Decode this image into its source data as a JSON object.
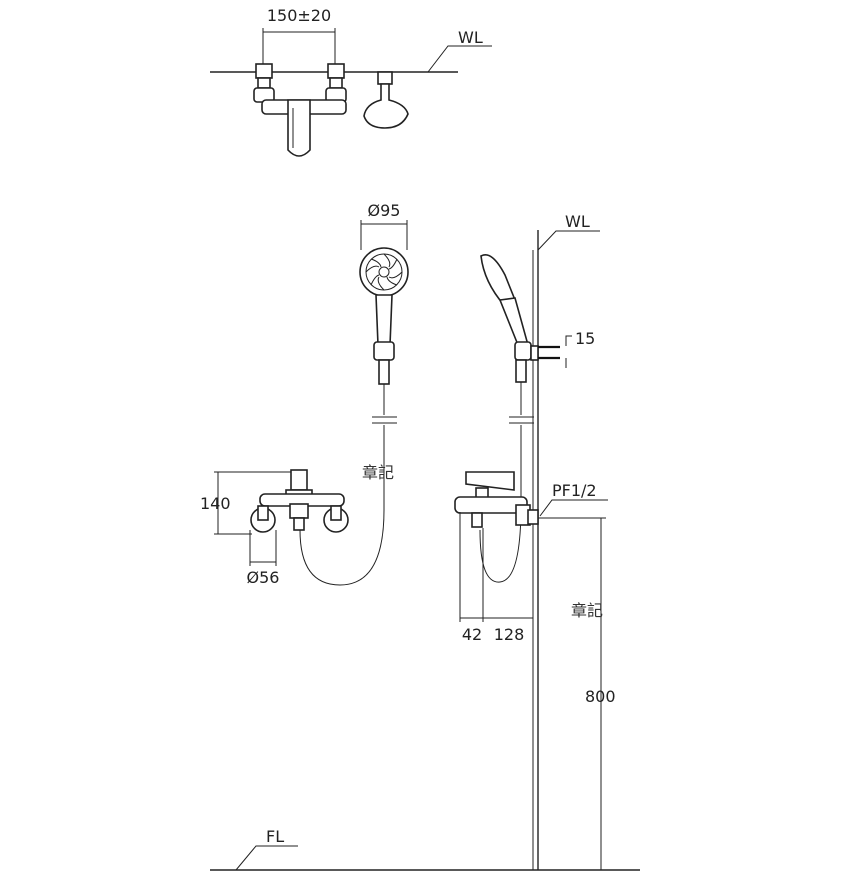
{
  "labels": {
    "top_spacing": "150±20",
    "wl_top": "WL",
    "wl_side": "WL",
    "head_dia": "Ø95",
    "wall_offset": "15",
    "height_140": "140",
    "flange_dia": "Ø56",
    "inlet_thread": "PF1/2",
    "depth_42": "42",
    "depth_128": "128",
    "mount_height": "800",
    "floor": "FL",
    "stamp_left": "章記",
    "stamp_right": "章記"
  }
}
